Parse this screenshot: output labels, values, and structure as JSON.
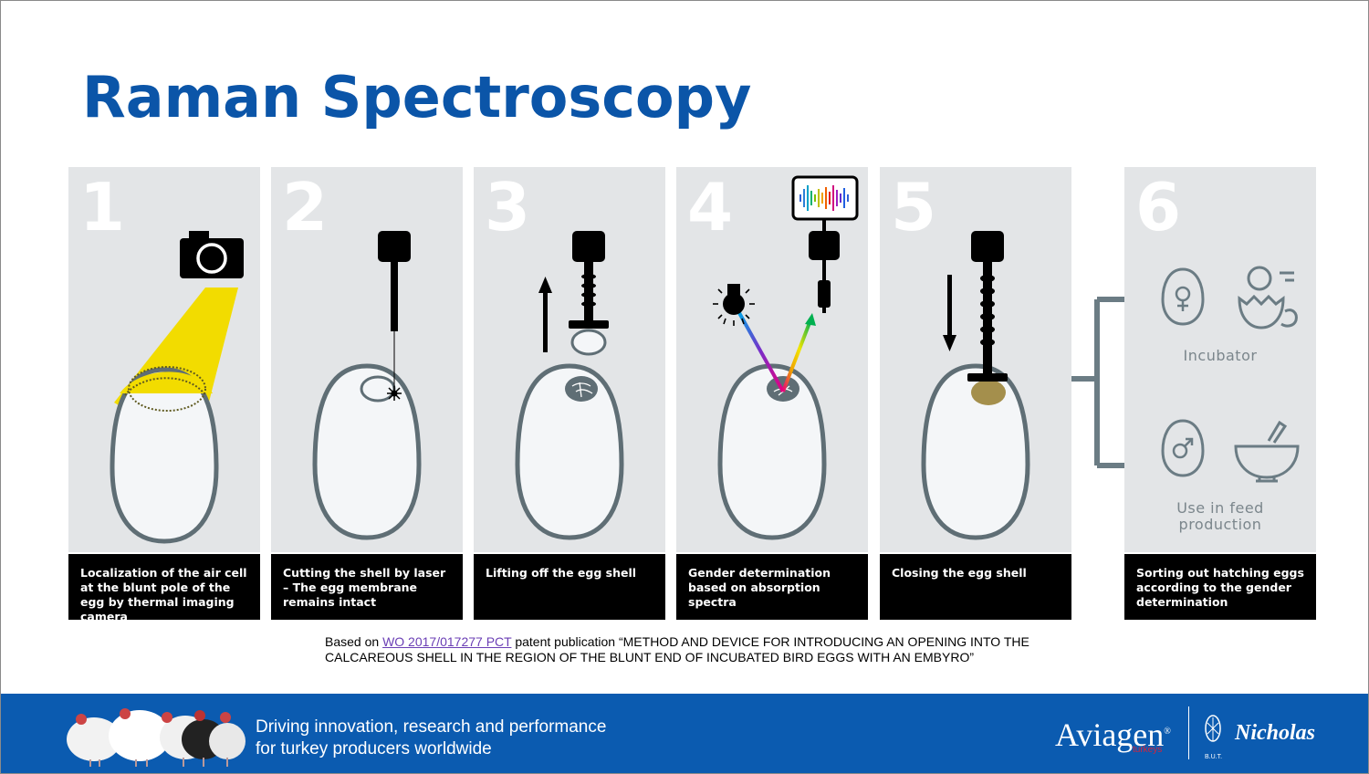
{
  "title": "Raman Spectroscopy",
  "steps": [
    {
      "number": "1",
      "caption": "Localization of the air cell at the blunt pole of the egg by thermal imaging camera"
    },
    {
      "number": "2",
      "caption": "Cutting the shell by laser – The egg membrane remains intact"
    },
    {
      "number": "3",
      "caption": "Lifting off the egg shell"
    },
    {
      "number": "4",
      "caption": "Gender determination based on absorption spectra"
    },
    {
      "number": "5",
      "caption": "Closing the egg shell"
    },
    {
      "number": "6",
      "caption": "Sorting out hatching eggs according to the gender determination"
    }
  ],
  "outcomes": {
    "female": "Incubator",
    "male_line1": "Use in feed",
    "male_line2": "production"
  },
  "source": {
    "prefix": "Based on ",
    "link": "WO 2017/017277 PCT",
    "text": " patent publication “METHOD AND DEVICE FOR INTRODUCING AN OPENING INTO THE CALCAREOUS SHELL IN THE REGION OF THE BLUNT END OF INCUBATED BIRD EGGS WITH AN EMBYRO”"
  },
  "footer": {
    "tagline_line1": "Driving innovation, research and performance",
    "tagline_line2": "for turkey producers worldwide",
    "brand1": "Aviagen",
    "brand1_sub": "turkeys",
    "brand2": "Nicholas",
    "brand2_sub": "B.U.T."
  },
  "colors": {
    "title": "#0b55a8",
    "panel": "#e3e5e7",
    "egg_outline": "#5f6e75",
    "camera_beam": "#f2dc00",
    "footer": "#0b5bb0"
  }
}
